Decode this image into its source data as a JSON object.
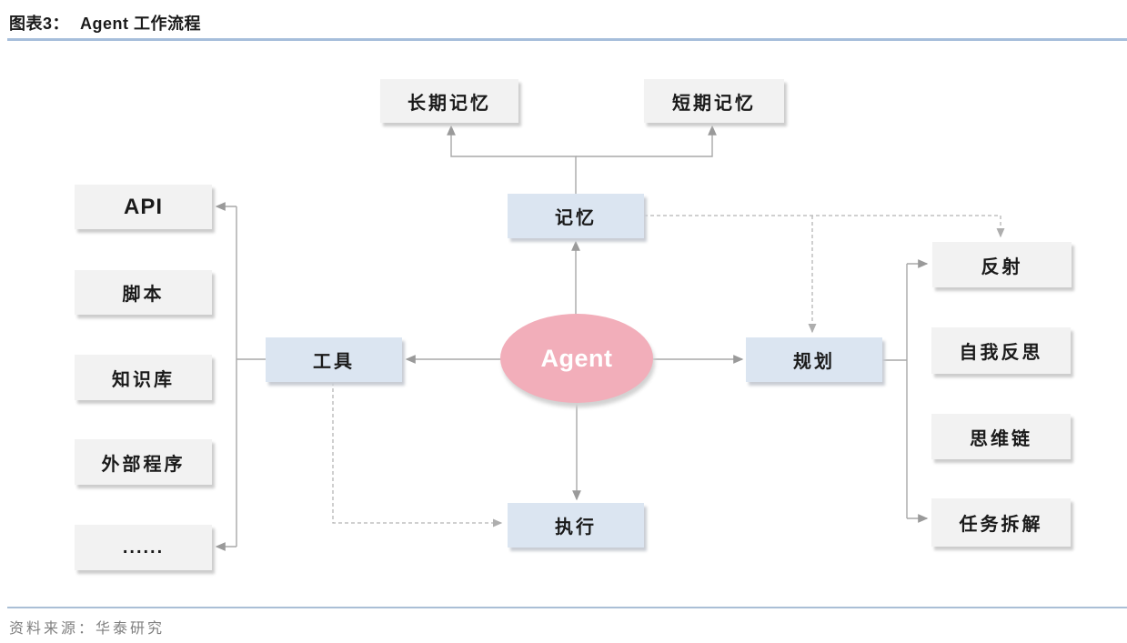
{
  "header": {
    "figure_label": "图表3：",
    "title": "Agent 工作流程"
  },
  "footer": {
    "source": "资料来源：华泰研究"
  },
  "colors": {
    "hub_box_fill": "#dbe5f1",
    "leaf_box_fill": "#f2f2f2",
    "agent_ellipse_fill": "#f2aeba",
    "agent_text": "#ffffff",
    "header_rule": "#a6bedb",
    "footer_rule": "#aabfd6",
    "solid_arrow": "#a8a8a8",
    "dashed_arrow": "#b5b5b5",
    "source_text": "#7f7f7f"
  },
  "diagram": {
    "agent": "Agent",
    "hubs": {
      "memory": "记忆",
      "tools": "工具",
      "planning": "规划",
      "execution": "执行"
    },
    "memory_children": [
      "长期记忆",
      "短期记忆"
    ],
    "tool_children": [
      "API",
      "脚本",
      "知识库",
      "外部程序",
      "......"
    ],
    "planning_children": [
      "反射",
      "自我反思",
      "思维链",
      "任务拆解"
    ]
  }
}
